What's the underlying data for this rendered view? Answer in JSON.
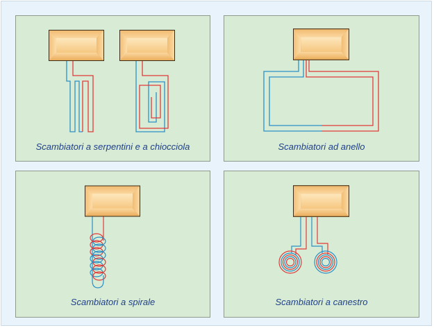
{
  "panels": [
    {
      "caption": "Scambiatori a serpentini e a chiocciola"
    },
    {
      "caption": "Scambiatori ad anello"
    },
    {
      "caption": "Scambiatori a spirale"
    },
    {
      "caption": "Scambiatori a canestro"
    }
  ],
  "colors": {
    "background": "#e8f3fc",
    "panel": "#d8ecd5",
    "flow_red": "#e23a3a",
    "return_blue": "#2b8fc7",
    "caption": "#1f3f8a",
    "box_light": "#fbd59b",
    "box_dark": "#d4903e"
  }
}
